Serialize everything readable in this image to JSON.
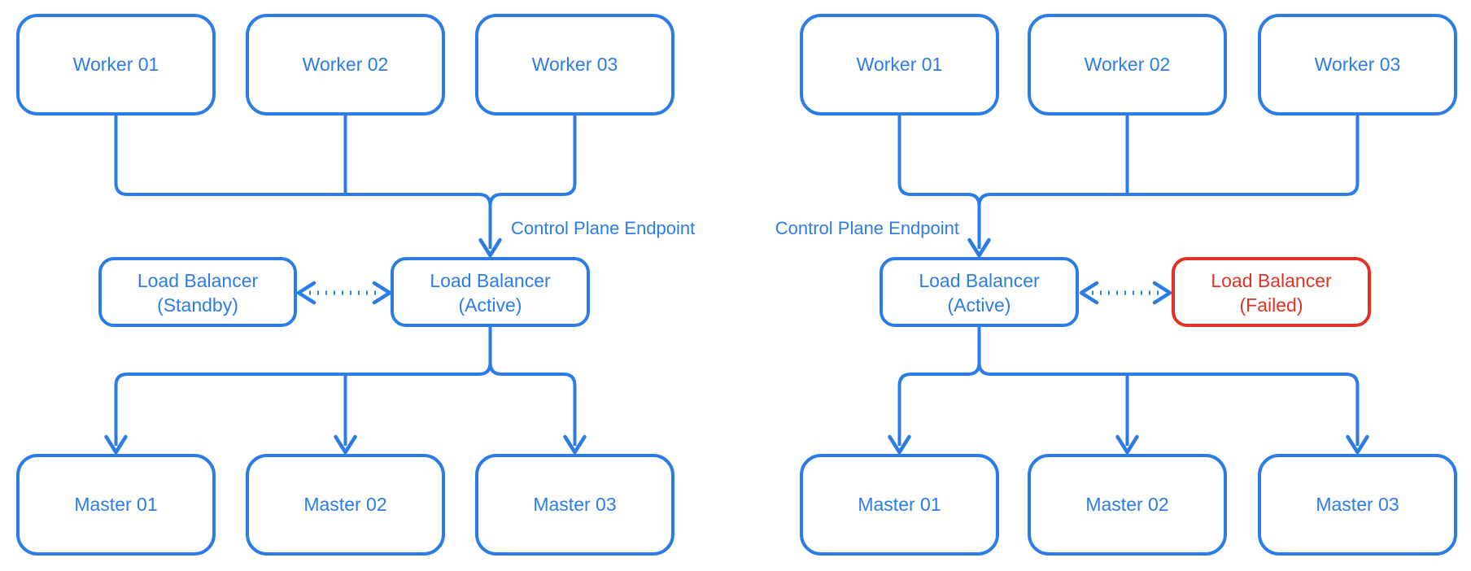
{
  "colors": {
    "blue": "#2C7CE8",
    "red": "#E23125",
    "background": "#FFFFFF"
  },
  "left_cluster": {
    "workers": [
      "Worker 01",
      "Worker 02",
      "Worker 03"
    ],
    "endpoint_label": "Control Plane Endpoint",
    "lb_standby_line1": "Load Balancer",
    "lb_standby_line2": "(Standby)",
    "lb_active_line1": "Load Balancer",
    "lb_active_line2": "(Active)",
    "masters": [
      "Master 01",
      "Master 02",
      "Master 03"
    ]
  },
  "right_cluster": {
    "workers": [
      "Worker 01",
      "Worker 02",
      "Worker 03"
    ],
    "endpoint_label": "Control Plane Endpoint",
    "lb_active_line1": "Load Balancer",
    "lb_active_line2": "(Active)",
    "lb_failed_line1": "Load Balancer",
    "lb_failed_line2": "(Failed)",
    "masters": [
      "Master 01",
      "Master 02",
      "Master 03"
    ]
  }
}
